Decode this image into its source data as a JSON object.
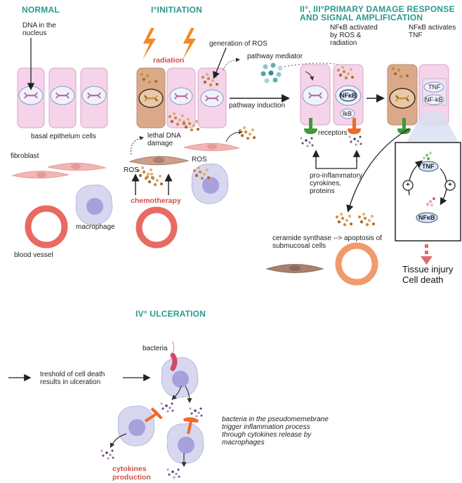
{
  "sections": {
    "normal": "NORMAL",
    "initiation": "I°INITIATION",
    "amplification_line1": "II°, III°PRIMARY DAMAGE RESPONSE",
    "amplification_line2": "AND SIGNAL AMPLIFICATION",
    "ulceration": "IV° ULCERATION"
  },
  "normal": {
    "dna_label_1": "DNA in the",
    "dna_label_2": "nucleus",
    "basal_cells": "basal epithelum cells",
    "fibroblast": "fibroblast",
    "macrophage": "macrophage",
    "blood_vessel": "blood vessel"
  },
  "initiation": {
    "radiation": "radiation",
    "generation_ros": "generation of ROS",
    "lethal_dna_1": "lethal DNA",
    "lethal_dna_2": "damage",
    "ros_left": "ROS",
    "ros_right": "ROS",
    "chemotherapy": "chemotherapy"
  },
  "amplification": {
    "pathway_mediator": "pathway mediator",
    "pathway_induction": "pathway induction",
    "nfkb_activated_1": "NFκB activated",
    "nfkb_activated_2": "by ROS &",
    "nfkb_activated_3": "radiation",
    "nfkb_tnf_1": "NFκB activates",
    "nfkb_tnf_2": "TNF",
    "nfkb_label": "NFκB",
    "ikb_label": "IkB",
    "tnf_label": "TNF",
    "nfkb_dash_label": "NF-kB",
    "receptors": "receptors",
    "cytokines_1": "pro-inflammatory",
    "cytokines_2": "cyrokines,",
    "cytokines_3": "proteins",
    "loop_tnf": "TNF",
    "loop_nfkb": "NFκB",
    "plus": "+",
    "ceramide_1": "ceramide synthase --> apoptosis of",
    "ceramide_2": "submucosal cells",
    "outcome_1": "Tissue injury",
    "outcome_2": "Cell death"
  },
  "ulceration": {
    "threshold_1": "treshold of cell death",
    "threshold_2": "results in ulceration",
    "bacteria": "bacteria",
    "cytokines_prod_1": "cytokines",
    "cytokines_prod_2": "production",
    "note_1": "bacteria in the pseudomemebrane",
    "note_2": "trigger inflammation process",
    "note_3": "through cytokines release by",
    "note_4": "macrophages"
  },
  "colors": {
    "heading": "#2a9a8e",
    "epithelium": "#f5d3e8",
    "damaged_cell": "#d9a98a",
    "macrophage": "#d7d7ef",
    "vessel_red": "#e86a62",
    "vessel_orange": "#f19a6b",
    "radiation": "#f08a24",
    "receptor_green": "#3d9a3a",
    "receptor_orange": "#ee6a2a",
    "label_red": "#d2504a"
  }
}
